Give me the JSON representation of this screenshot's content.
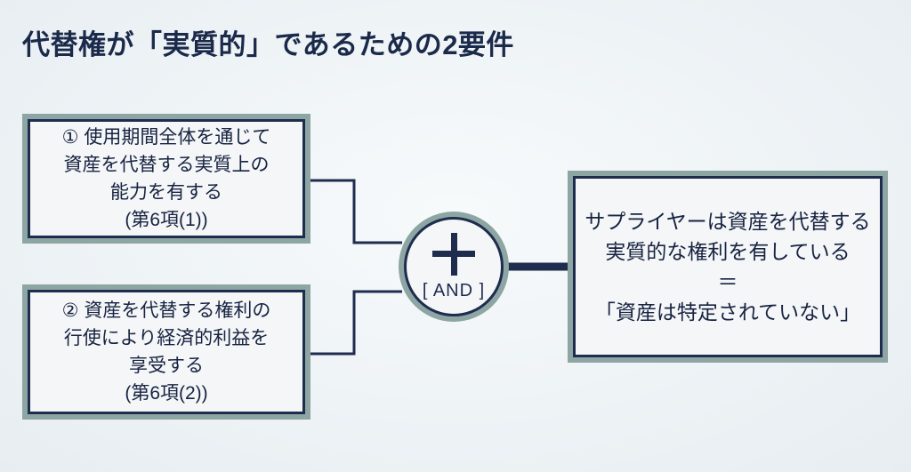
{
  "colors": {
    "background": "#eef2f6",
    "box_fill": "#f4f6f8",
    "border_outer": "#8da5a3",
    "border_inner": "#1e2c4e",
    "text": "#172340",
    "title": "#1b2a4a",
    "line": "#1e2c4e"
  },
  "title": "代替権が「実質的」であるための2要件",
  "conditions": [
    {
      "lines": [
        "① 使用期間全体を通じて",
        "資産を代替する実質上の",
        "能力を有する",
        "(第6項(1))"
      ]
    },
    {
      "lines": [
        "② 資産を代替する権利の",
        "行使により経済的利益を",
        "享受する",
        "(第6項(2))"
      ]
    }
  ],
  "operator": {
    "icon": "plus-icon",
    "label": "[ AND ]"
  },
  "result": {
    "lines": [
      "サプライヤーは資産を代替する",
      "実質的な権利を有している",
      "＝",
      "「資産は特定されていない」"
    ]
  }
}
